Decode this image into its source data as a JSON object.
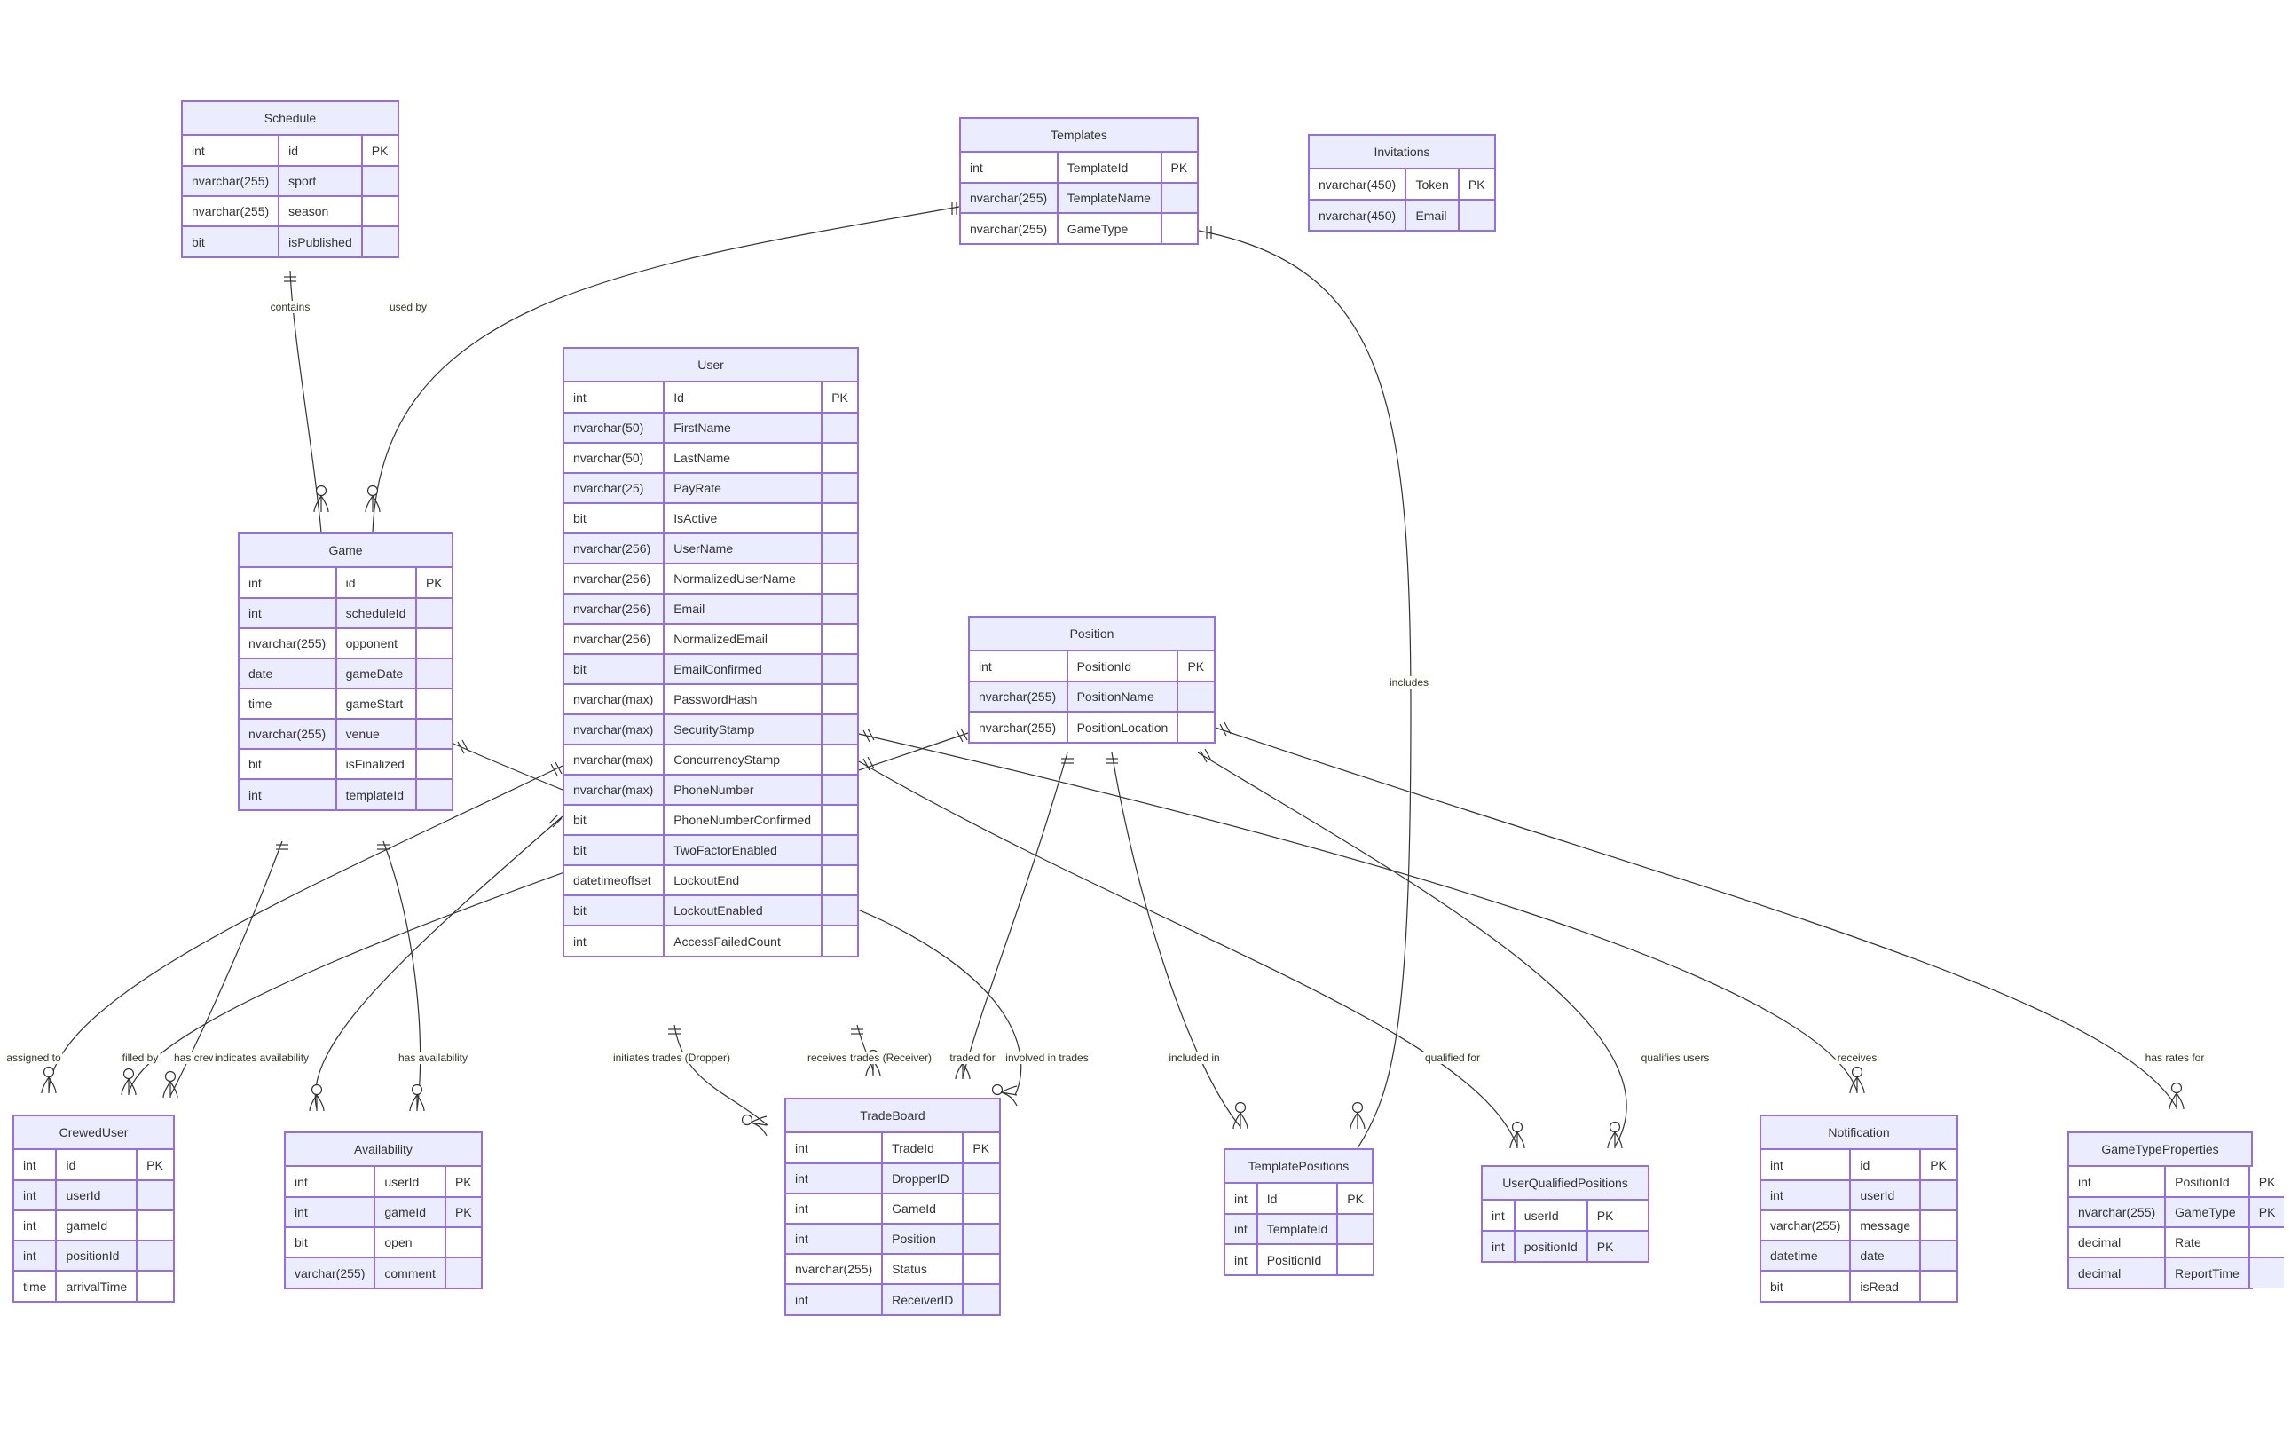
{
  "colors": {
    "border": "#9370DB",
    "header_bg": "#ECECFF",
    "row_alt_bg": "#ECECFF",
    "line": "#333333",
    "text": "#333333"
  },
  "entities": {
    "Schedule": {
      "name": "Schedule",
      "rows": [
        [
          "int",
          "id",
          "PK"
        ],
        [
          "nvarchar(255)",
          "sport",
          ""
        ],
        [
          "nvarchar(255)",
          "season",
          ""
        ],
        [
          "bit",
          "isPublished",
          ""
        ]
      ]
    },
    "Templates": {
      "name": "Templates",
      "rows": [
        [
          "int",
          "TemplateId",
          "PK"
        ],
        [
          "nvarchar(255)",
          "TemplateName",
          ""
        ],
        [
          "nvarchar(255)",
          "GameType",
          ""
        ]
      ]
    },
    "Invitations": {
      "name": "Invitations",
      "rows": [
        [
          "nvarchar(450)",
          "Token",
          "PK"
        ],
        [
          "nvarchar(450)",
          "Email",
          ""
        ]
      ]
    },
    "User": {
      "name": "User",
      "rows": [
        [
          "int",
          "Id",
          "PK"
        ],
        [
          "nvarchar(50)",
          "FirstName",
          ""
        ],
        [
          "nvarchar(50)",
          "LastName",
          ""
        ],
        [
          "nvarchar(25)",
          "PayRate",
          ""
        ],
        [
          "bit",
          "IsActive",
          ""
        ],
        [
          "nvarchar(256)",
          "UserName",
          ""
        ],
        [
          "nvarchar(256)",
          "NormalizedUserName",
          ""
        ],
        [
          "nvarchar(256)",
          "Email",
          ""
        ],
        [
          "nvarchar(256)",
          "NormalizedEmail",
          ""
        ],
        [
          "bit",
          "EmailConfirmed",
          ""
        ],
        [
          "nvarchar(max)",
          "PasswordHash",
          ""
        ],
        [
          "nvarchar(max)",
          "SecurityStamp",
          ""
        ],
        [
          "nvarchar(max)",
          "ConcurrencyStamp",
          ""
        ],
        [
          "nvarchar(max)",
          "PhoneNumber",
          ""
        ],
        [
          "bit",
          "PhoneNumberConfirmed",
          ""
        ],
        [
          "bit",
          "TwoFactorEnabled",
          ""
        ],
        [
          "datetimeoffset",
          "LockoutEnd",
          ""
        ],
        [
          "bit",
          "LockoutEnabled",
          ""
        ],
        [
          "int",
          "AccessFailedCount",
          ""
        ]
      ]
    },
    "Game": {
      "name": "Game",
      "rows": [
        [
          "int",
          "id",
          "PK"
        ],
        [
          "int",
          "scheduleId",
          ""
        ],
        [
          "nvarchar(255)",
          "opponent",
          ""
        ],
        [
          "date",
          "gameDate",
          ""
        ],
        [
          "time",
          "gameStart",
          ""
        ],
        [
          "nvarchar(255)",
          "venue",
          ""
        ],
        [
          "bit",
          "isFinalized",
          ""
        ],
        [
          "int",
          "templateId",
          ""
        ]
      ]
    },
    "Position": {
      "name": "Position",
      "rows": [
        [
          "int",
          "PositionId",
          "PK"
        ],
        [
          "nvarchar(255)",
          "PositionName",
          ""
        ],
        [
          "nvarchar(255)",
          "PositionLocation",
          ""
        ]
      ]
    },
    "CrewedUser": {
      "name": "CrewedUser",
      "rows": [
        [
          "int",
          "id",
          "PK"
        ],
        [
          "int",
          "userId",
          ""
        ],
        [
          "int",
          "gameId",
          ""
        ],
        [
          "int",
          "positionId",
          ""
        ],
        [
          "time",
          "arrivalTime",
          ""
        ]
      ]
    },
    "Availability": {
      "name": "Availability",
      "rows": [
        [
          "int",
          "userId",
          "PK"
        ],
        [
          "int",
          "gameId",
          "PK"
        ],
        [
          "bit",
          "open",
          ""
        ],
        [
          "varchar(255)",
          "comment",
          ""
        ]
      ]
    },
    "TradeBoard": {
      "name": "TradeBoard",
      "rows": [
        [
          "int",
          "TradeId",
          "PK"
        ],
        [
          "int",
          "DropperID",
          ""
        ],
        [
          "int",
          "GameId",
          ""
        ],
        [
          "int",
          "Position",
          ""
        ],
        [
          "nvarchar(255)",
          "Status",
          ""
        ],
        [
          "int",
          "ReceiverID",
          ""
        ]
      ]
    },
    "TemplatePositions": {
      "name": "TemplatePositions",
      "rows": [
        [
          "int",
          "Id",
          "PK"
        ],
        [
          "int",
          "TemplateId",
          ""
        ],
        [
          "int",
          "PositionId",
          ""
        ]
      ]
    },
    "UserQualifiedPositions": {
      "name": "UserQualifiedPositions",
      "rows": [
        [
          "int",
          "userId",
          "PK"
        ],
        [
          "int",
          "positionId",
          "PK"
        ]
      ]
    },
    "Notification": {
      "name": "Notification",
      "rows": [
        [
          "int",
          "id",
          "PK"
        ],
        [
          "int",
          "userId",
          ""
        ],
        [
          "varchar(255)",
          "message",
          ""
        ],
        [
          "datetime",
          "date",
          ""
        ],
        [
          "bit",
          "isRead",
          ""
        ]
      ]
    },
    "GameTypeProperties": {
      "name": "GameTypeProperties",
      "rows": [
        [
          "int",
          "PositionId",
          "PK"
        ],
        [
          "nvarchar(255)",
          "GameType",
          "PK"
        ],
        [
          "decimal",
          "Rate",
          ""
        ],
        [
          "decimal",
          "ReportTime",
          ""
        ]
      ]
    }
  },
  "relationships": [
    {
      "from": "Schedule",
      "to": "Game",
      "label": "contains",
      "from_card": "exactly-one",
      "to_card": "zero-or-many"
    },
    {
      "from": "Templates",
      "to": "Game",
      "label": "used by",
      "from_card": "exactly-one",
      "to_card": "zero-or-many"
    },
    {
      "from": "Templates",
      "to": "TemplatePositions",
      "label": "includes",
      "from_card": "exactly-one",
      "to_card": "zero-or-many"
    },
    {
      "from": "User",
      "to": "CrewedUser",
      "label": "assigned to",
      "from_card": "exactly-one",
      "to_card": "zero-or-many"
    },
    {
      "from": "Position",
      "to": "CrewedUser",
      "label": "filled by",
      "from_card": "exactly-one",
      "to_card": "zero-or-many"
    },
    {
      "from": "Game",
      "to": "CrewedUser",
      "label": "has crew",
      "from_card": "exactly-one",
      "to_card": "zero-or-many"
    },
    {
      "from": "User",
      "to": "Availability",
      "label": "indicates availability",
      "from_card": "exactly-one",
      "to_card": "zero-or-many"
    },
    {
      "from": "Game",
      "to": "Availability",
      "label": "has availability",
      "from_card": "exactly-one",
      "to_card": "zero-or-many"
    },
    {
      "from": "User",
      "to": "TradeBoard",
      "label": "initiates trades (Dropper)",
      "from_card": "exactly-one",
      "to_card": "zero-or-many"
    },
    {
      "from": "User",
      "to": "TradeBoard",
      "label": "receives trades (Receiver)",
      "from_card": "exactly-one",
      "to_card": "zero-or-many"
    },
    {
      "from": "Position",
      "to": "TradeBoard",
      "label": "traded for",
      "from_card": "exactly-one",
      "to_card": "zero-or-many"
    },
    {
      "from": "Game",
      "to": "TradeBoard",
      "label": "involved in trades",
      "from_card": "exactly-one",
      "to_card": "zero-or-many"
    },
    {
      "from": "Position",
      "to": "TemplatePositions",
      "label": "included in",
      "from_card": "exactly-one",
      "to_card": "zero-or-many"
    },
    {
      "from": "User",
      "to": "UserQualifiedPositions",
      "label": "qualified for",
      "from_card": "exactly-one",
      "to_card": "zero-or-many"
    },
    {
      "from": "Position",
      "to": "UserQualifiedPositions",
      "label": "qualifies users",
      "from_card": "exactly-one",
      "to_card": "zero-or-many"
    },
    {
      "from": "User",
      "to": "Notification",
      "label": "receives",
      "from_card": "exactly-one",
      "to_card": "zero-or-many"
    },
    {
      "from": "Position",
      "to": "GameTypeProperties",
      "label": "has rates for",
      "from_card": "exactly-one",
      "to_card": "zero-or-many"
    }
  ]
}
